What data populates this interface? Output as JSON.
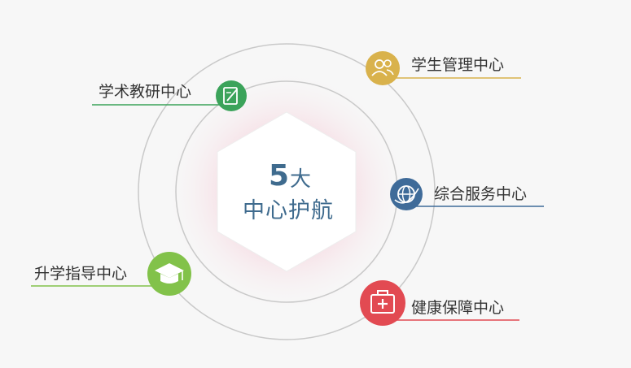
{
  "center": {
    "number": "5",
    "big": "大",
    "subtitle": "中心护航"
  },
  "nodes": [
    {
      "id": "academic",
      "label": "学术教研中心",
      "icon": "notebook-pencil-icon",
      "color": "#3ba35a"
    },
    {
      "id": "student",
      "label": "学生管理中心",
      "icon": "people-icon",
      "color": "#d9b24c"
    },
    {
      "id": "service",
      "label": "综合服务中心",
      "icon": "globe-icon",
      "color": "#3f6b99"
    },
    {
      "id": "promotion",
      "label": "升学指导中心",
      "icon": "graduation-cap-icon",
      "color": "#82c24a"
    },
    {
      "id": "health",
      "label": "健康保障中心",
      "icon": "medical-kit-icon",
      "color": "#e24a52"
    }
  ]
}
